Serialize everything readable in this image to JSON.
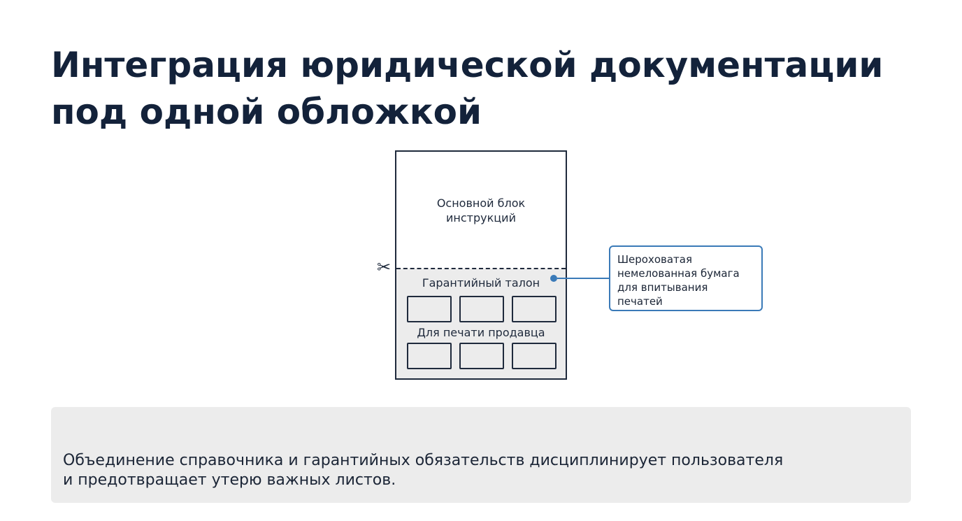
{
  "title": {
    "line1": "Интеграция юридической документации",
    "line2": "под одной обложкой"
  },
  "diagram": {
    "main_block": {
      "line1": "Основной блок",
      "line2": "инструкций"
    },
    "cut_icon": "scissors-icon",
    "coupon": {
      "title": "Гарантийный талон",
      "seller_label": "Для печати продавца",
      "top_boxes": 3,
      "bottom_boxes": 3
    },
    "callout": {
      "line1": "Шероховатая",
      "line2": "немелованная бумага",
      "line3": "для впитывания",
      "line4": "печатей",
      "color": "#3a7ab8"
    }
  },
  "note": {
    "line1": "Объединение справочника и гарантийных обязательств дисциплинирует пользователя",
    "line2": "и предотвращает утерю важных листов."
  }
}
